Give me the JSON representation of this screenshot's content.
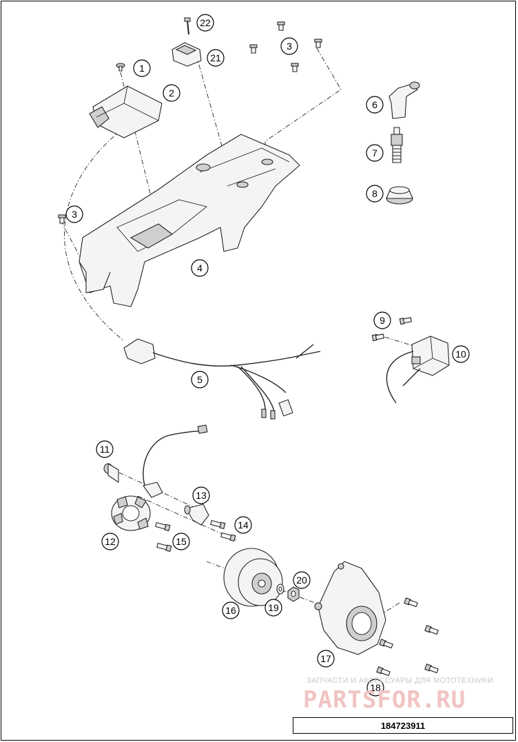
{
  "drawing_number": "184723911",
  "watermark": {
    "caption": "ЗАПЧАСТИ И АКСЕССУАРЫ ДЛЯ МОТОТЕХНИКИ",
    "brand": "PARTSFOR.RU",
    "color": "#e05050"
  },
  "callouts": [
    {
      "n": "1"
    },
    {
      "n": "2"
    },
    {
      "n": "3"
    },
    {
      "n": "3"
    },
    {
      "n": "4"
    },
    {
      "n": "5"
    },
    {
      "n": "6"
    },
    {
      "n": "7"
    },
    {
      "n": "8"
    },
    {
      "n": "9"
    },
    {
      "n": "10"
    },
    {
      "n": "11"
    },
    {
      "n": "12"
    },
    {
      "n": "13"
    },
    {
      "n": "14"
    },
    {
      "n": "15"
    },
    {
      "n": "16"
    },
    {
      "n": "17"
    },
    {
      "n": "18"
    },
    {
      "n": "19"
    },
    {
      "n": "20"
    },
    {
      "n": "21"
    },
    {
      "n": "22"
    }
  ]
}
